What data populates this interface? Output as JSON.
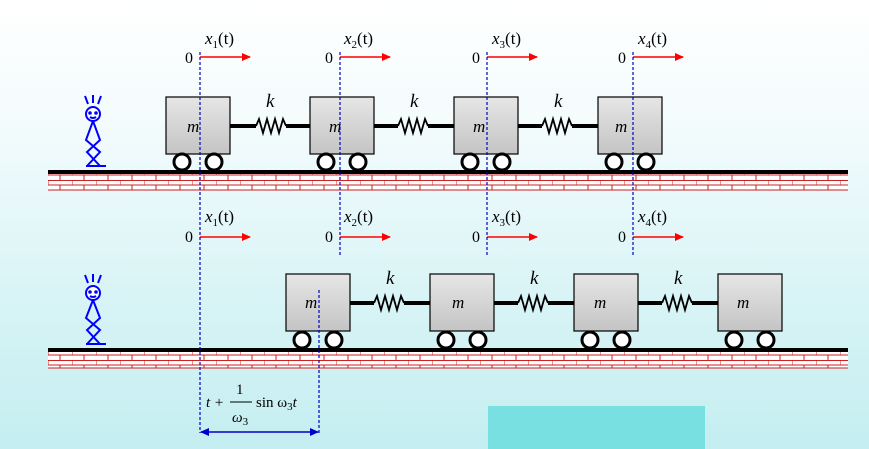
{
  "diagram": {
    "displacements": [
      {
        "var": "x",
        "sub": "1",
        "arg": "(t)"
      },
      {
        "var": "x",
        "sub": "2",
        "arg": "(t)"
      },
      {
        "var": "x",
        "sub": "3",
        "arg": "(t)"
      },
      {
        "var": "x",
        "sub": "4",
        "arg": "(t)"
      }
    ],
    "origin_label": "0",
    "mass_label": "m",
    "spring_label": "k",
    "formula": {
      "prefix": "t +",
      "numerator": "1",
      "den_symbol": "ω",
      "den_sub": "3",
      "suffix_fn": "sin ω",
      "suffix_sub": "3",
      "suffix_var": "t"
    },
    "colors": {
      "arrow": "#ff0000",
      "dashed": "#0000cc",
      "figure": "#0000ff",
      "brick": "#cc2222",
      "mass_fill": "#d8d8d8"
    }
  }
}
